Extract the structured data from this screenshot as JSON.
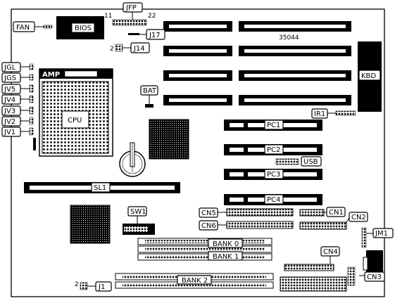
{
  "board_id": "35044",
  "labels": {
    "jfp": "JFP",
    "jfp_pin_left": "11",
    "jfp_pin_right": "22",
    "fan": "FAN",
    "bios": "BIOS",
    "j17": "J17",
    "j14": "J14",
    "j14_pin": "2",
    "kbd": "KBD",
    "amp": "AMP",
    "cpu": "CPU",
    "bat": "BAT",
    "ir1": "IR1",
    "jgl": "JGL",
    "jgs": "JGS",
    "jv5": "JV5",
    "jv4": "JV4",
    "jv3": "JV3",
    "jv2": "JV2",
    "jv1": "JV1",
    "pc1": "PC1",
    "pc2": "PC2",
    "pc3": "PC3",
    "pc4": "PC4",
    "usb": "USB",
    "sl1": "SL1",
    "sw1": "SW1",
    "cn5": "CN5",
    "cn6": "CN6",
    "cn1": "CN1",
    "cn2": "CN2",
    "jm1": "JM1",
    "bank0": "BANK 0",
    "bank1": "BANK 1",
    "bank2": "BANK 2",
    "cn4": "CN4",
    "cn3": "CN3",
    "j1": "J1",
    "j1_pin": "2"
  },
  "colors": {
    "ink": "#000000",
    "paper": "#ffffff"
  }
}
